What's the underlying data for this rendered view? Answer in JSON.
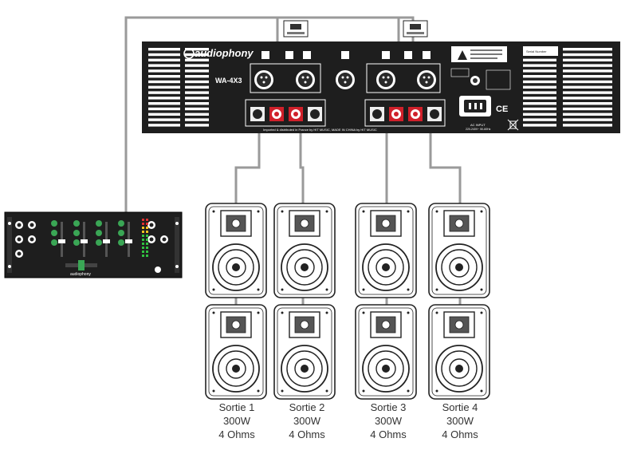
{
  "amplifier": {
    "brand": "audiophony",
    "model": "WA-4X3",
    "footer_text": "Imported & distributed in France by HIT MUSIC, MADE IN CHINA by HIT MUSIC",
    "serial_label": "Serial Number",
    "power_label": "AC INPUT",
    "voltage_text": "220-240V~ 50-60Hz",
    "colors": {
      "panel": "#1e1e1e",
      "vents": "#ffffff",
      "terminal_red": "#d0202a"
    }
  },
  "mixer": {
    "brand": "audiophony"
  },
  "outputs": [
    {
      "name": "Sortie 1",
      "power": "300W",
      "impedance": "4 Ohms"
    },
    {
      "name": "Sortie 2",
      "power": "300W",
      "impedance": "4 Ohms"
    },
    {
      "name": "Sortie 3",
      "power": "300W",
      "impedance": "4 Ohms"
    },
    {
      "name": "Sortie 4",
      "power": "300W",
      "impedance": "4 Ohms"
    }
  ],
  "colors": {
    "cable": "#9a9a9a",
    "speaker_stroke": "#222222"
  }
}
